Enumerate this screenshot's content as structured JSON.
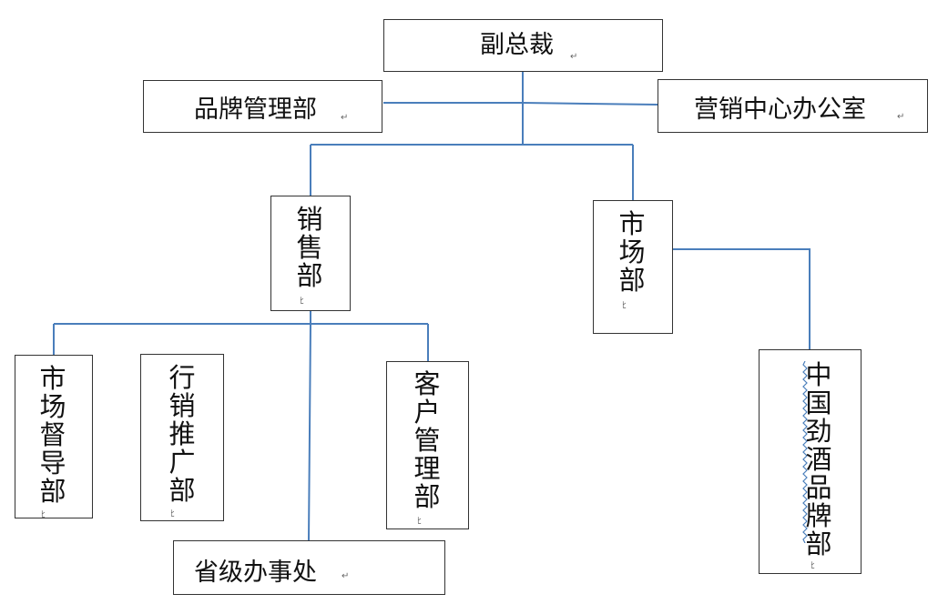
{
  "colors": {
    "connector": "#4a7ebb",
    "box_border": "#333333",
    "text": "#111111"
  },
  "marks": {
    "paragraph": "↵",
    "cell_end": "ﾋ"
  },
  "nodes": {
    "vp": "副总裁",
    "brand_mgmt": "品牌管理部",
    "marketing_center_office": "营销中心办公室",
    "sales": "销售部",
    "market": "市场部",
    "market_supervision": "市场督导部",
    "trade_promotion": "行销推广部",
    "customer_mgmt": "客户管理部",
    "provincial_office": "省级办事处",
    "china_jinjiu_brand": "中国劲酒品牌部"
  }
}
